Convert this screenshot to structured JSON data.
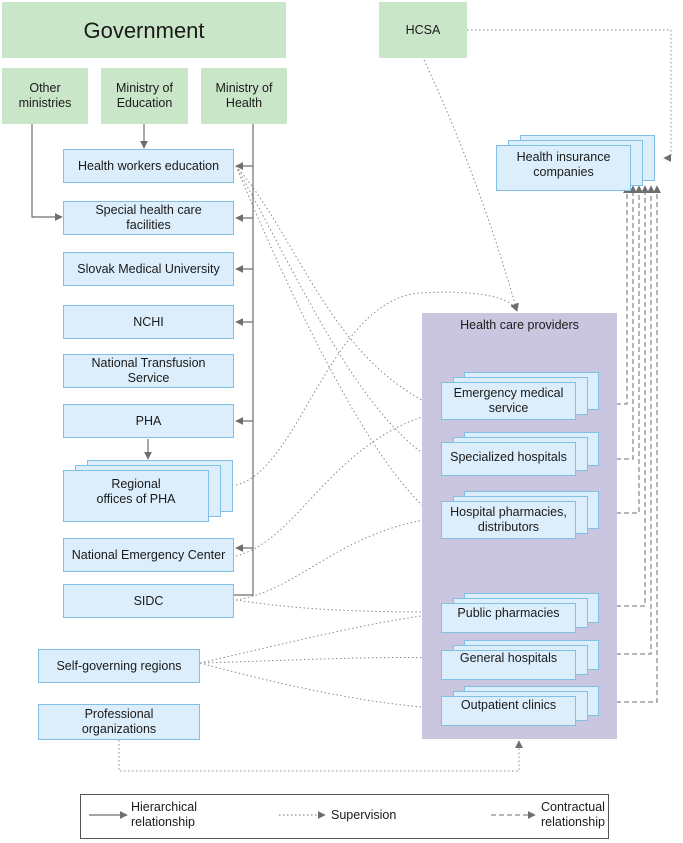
{
  "government": "Government",
  "hcsa": "HCSA",
  "ministries": {
    "other": "Other ministries",
    "education": "Ministry of Education",
    "health": "Ministry of Health"
  },
  "left_units": {
    "hwe": "Health workers education",
    "shcf": "Special health care facilities",
    "smu": "Slovak Medical University",
    "nchi": "NCHI",
    "nts": "National Transfusion Service",
    "pha": "PHA",
    "rpha": "Regional offices of PHA",
    "nec": "National Emergency Center",
    "sidc": "SIDC",
    "sgr": "Self-governing regions",
    "po": "Professional organizations"
  },
  "insurance": "Health insurance companies",
  "providers": {
    "title": "Health care providers",
    "ems": "Emergency medical service",
    "spec": "Specialized hospitals",
    "hpd": "Hospital pharmacies, distributors",
    "pp": "Public pharmacies",
    "gh": "General hospitals",
    "oc": "Outpatient clinics"
  },
  "legend": {
    "hierarchical": "Hierarchical relationship",
    "supervision": "Supervision",
    "contractual": "Contractual relationship"
  },
  "colors": {
    "green": "#c9e6c9",
    "light_blue": "#dceefb",
    "provider_panel": "#cbc6df",
    "arrow": "#6e6e6e"
  }
}
